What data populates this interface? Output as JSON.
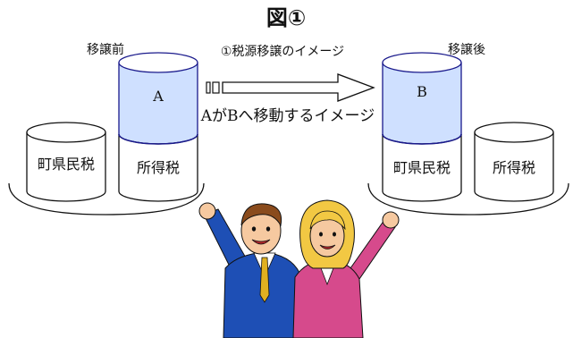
{
  "figure_title": "図①",
  "left_group": {
    "caption": "移譲前",
    "cylinders": [
      {
        "label": "町県民税"
      },
      {
        "label": "A",
        "label_bottom": "所得税"
      }
    ]
  },
  "right_group": {
    "caption": "移譲後",
    "cylinders": [
      {
        "label": "B",
        "label_bottom": "町県民税"
      },
      {
        "label": "所得税"
      }
    ]
  },
  "arrow": {
    "label_top": "①税源移譲のイメージ",
    "label_bottom": "AがBへ移動するイメージ"
  },
  "colors": {
    "tall_cylinder_top": "#cfe0ff",
    "tall_cylinder_divider": "#1a1a8c",
    "outline": "#111111",
    "man_suit": "#1e4fb5",
    "woman_suit": "#d64a8c",
    "hair_woman": "#f2c843",
    "hair_man": "#8a4b1c",
    "skin": "#f6c9a0"
  },
  "illustration": {
    "icon": "two-business-people-cheering"
  }
}
